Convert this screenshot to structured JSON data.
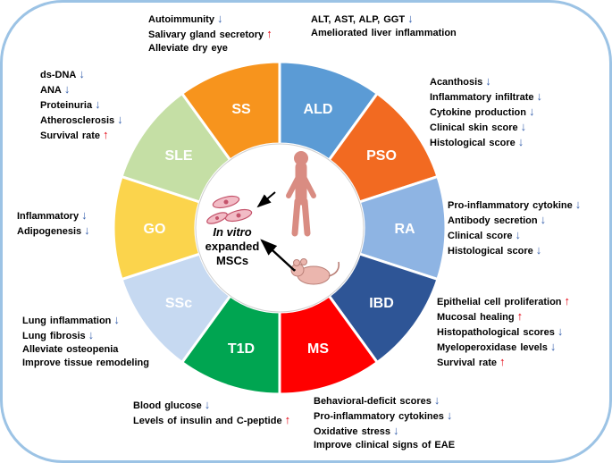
{
  "figure": {
    "border_color": "#9CC3E5",
    "background_color": "#FFFFFF"
  },
  "arrow_colors": {
    "down": "#3A63AE",
    "up": "#E3000F"
  },
  "center": {
    "lines": [
      "In vitro",
      "expanded",
      "MSCs"
    ],
    "icons": [
      "msc-cells-icon",
      "human-figure-icon",
      "mouse-figure-icon"
    ]
  },
  "segments": [
    {
      "id": "ALD",
      "label": "ALD",
      "color": "#5B9BD5"
    },
    {
      "id": "PSO",
      "label": "PSO",
      "color": "#F26A21"
    },
    {
      "id": "RA",
      "label": "RA",
      "color": "#8EB4E3"
    },
    {
      "id": "IBD",
      "label": "IBD",
      "color": "#2E5596"
    },
    {
      "id": "MS",
      "label": "MS",
      "color": "#FF0000"
    },
    {
      "id": "T1D",
      "label": "T1D",
      "color": "#00A551"
    },
    {
      "id": "SSc",
      "label": "SSc",
      "color": "#C6D9F1"
    },
    {
      "id": "GO",
      "label": "GO",
      "color": "#FBD44C"
    },
    {
      "id": "SLE",
      "label": "SLE",
      "color": "#C5DFA5"
    },
    {
      "id": "SS",
      "label": "SS",
      "color": "#F7941D"
    }
  ],
  "annotations": {
    "ss": {
      "disease": "SS",
      "lines": [
        {
          "text": "Autoimmunity",
          "arrow": "down"
        },
        {
          "text": "Salivary gland secretory",
          "arrow": "up"
        },
        {
          "text": "Alleviate dry eye",
          "arrow": "none"
        }
      ]
    },
    "ald": {
      "disease": "ALD",
      "lines": [
        {
          "text": "ALT, AST, ALP, GGT",
          "arrow": "down"
        },
        {
          "text": "Ameliorated liver inflammation",
          "arrow": "none"
        }
      ]
    },
    "sle": {
      "disease": "SLE",
      "lines": [
        {
          "text": "ds-DNA",
          "arrow": "down"
        },
        {
          "text": "ANA",
          "arrow": "down"
        },
        {
          "text": "Proteinuria",
          "arrow": "down"
        },
        {
          "text": "Atherosclerosis",
          "arrow": "down"
        },
        {
          "text": "Survival rate",
          "arrow": "up"
        }
      ]
    },
    "pso": {
      "disease": "PSO",
      "lines": [
        {
          "text": "Acanthosis",
          "arrow": "down"
        },
        {
          "text": "Inflammatory infiltrate",
          "arrow": "down"
        },
        {
          "text": "Cytokine production",
          "arrow": "down"
        },
        {
          "text": "Clinical skin score",
          "arrow": "down"
        },
        {
          "text": "Histological score",
          "arrow": "down"
        }
      ]
    },
    "go": {
      "disease": "GO",
      "lines": [
        {
          "text": "Inflammatory",
          "arrow": "down"
        },
        {
          "text": "Adipogenesis",
          "arrow": "down"
        }
      ]
    },
    "ra": {
      "disease": "RA",
      "lines": [
        {
          "text": "Pro-inflammatory cytokine",
          "arrow": "down"
        },
        {
          "text": "Antibody secretion",
          "arrow": "down"
        },
        {
          "text": "Clinical score",
          "arrow": "down"
        },
        {
          "text": "Histological score",
          "arrow": "down"
        }
      ]
    },
    "ssc": {
      "disease": "SSc",
      "lines": [
        {
          "text": "Lung inflammation",
          "arrow": "down"
        },
        {
          "text": "Lung fibrosis",
          "arrow": "down"
        },
        {
          "text": "Alleviate osteopenia",
          "arrow": "none"
        },
        {
          "text": "Improve tissue remodeling",
          "arrow": "none"
        }
      ]
    },
    "ibd": {
      "disease": "IBD",
      "lines": [
        {
          "text": "Epithelial cell proliferation",
          "arrow": "up"
        },
        {
          "text": "Mucosal healing",
          "arrow": "up"
        },
        {
          "text": "Histopathological scores",
          "arrow": "down"
        },
        {
          "text": "Myeloperoxidase levels",
          "arrow": "down"
        },
        {
          "text": "Survival rate",
          "arrow": "up"
        }
      ]
    },
    "t1d": {
      "disease": "T1D",
      "lines": [
        {
          "text": "Blood glucose",
          "arrow": "down"
        },
        {
          "text": "Levels of insulin and C-peptide",
          "arrow": "up"
        }
      ]
    },
    "ms": {
      "disease": "MS",
      "lines": [
        {
          "text": "Behavioral-deficit scores",
          "arrow": "down"
        },
        {
          "text": "Pro-inflammatory cytokines",
          "arrow": "down"
        },
        {
          "text": "Oxidative stress",
          "arrow": "down"
        },
        {
          "text": "Improve clinical signs of EAE",
          "arrow": "none"
        }
      ]
    }
  }
}
